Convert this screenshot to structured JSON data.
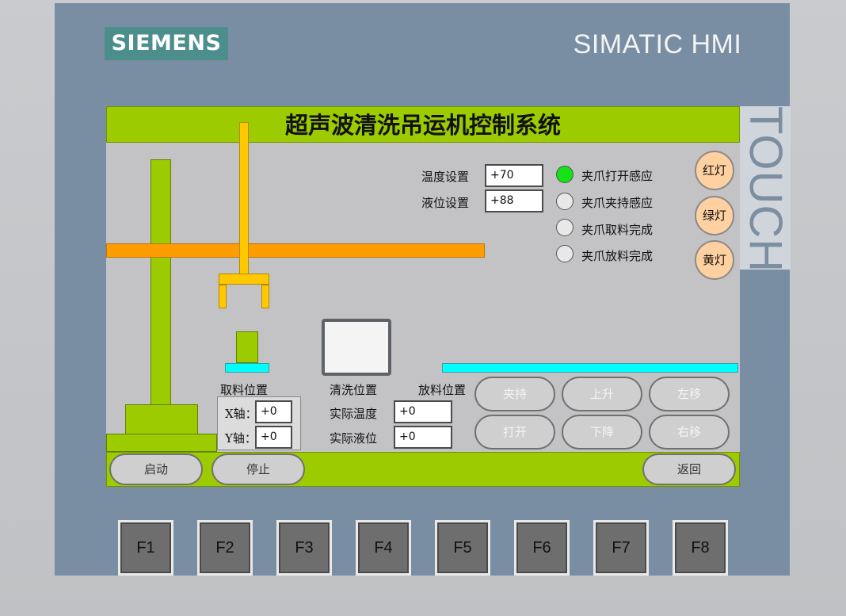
{
  "device": {
    "brand": "SIEMENS",
    "model": "SIMATIC HMI",
    "touch_label": "TOUCH"
  },
  "screen": {
    "title": "超声波清洗吊运机控制系统",
    "settings": [
      {
        "label": "温度设置",
        "value": "+70"
      },
      {
        "label": "液位设置",
        "value": "+88"
      }
    ],
    "sensors": [
      {
        "label": "夹爪打开感应",
        "state": "on"
      },
      {
        "label": "夹爪夹持感应",
        "state": "off"
      },
      {
        "label": "夹爪取料完成",
        "state": "off"
      },
      {
        "label": "夹爪放料完成",
        "state": "off"
      }
    ],
    "lamps": [
      "红灯",
      "绿灯",
      "黄灯"
    ],
    "positions": {
      "pick": "取料位置",
      "clean": "清洗位置",
      "place": "放料位置"
    },
    "axes": [
      {
        "label": "X轴：",
        "value": "+0"
      },
      {
        "label": "Y轴：",
        "value": "+0"
      }
    ],
    "actuals": [
      {
        "label": "实际温度",
        "value": "+0"
      },
      {
        "label": "实际液位",
        "value": "+0"
      }
    ],
    "motion_buttons": [
      "夹持",
      "上升",
      "左移",
      "打开",
      "下降",
      "右移"
    ],
    "bottom_buttons": {
      "start": "启动",
      "stop": "停止",
      "back": "返回"
    }
  },
  "function_keys": [
    "F1",
    "F2",
    "F3",
    "F4",
    "F5",
    "F6",
    "F7",
    "F8"
  ],
  "colors": {
    "bezel": "#7a8ea3",
    "title_bar": "#9ccc00",
    "beam": "#ff9c00",
    "gripper": "#ffc800",
    "conveyor": "#00ffff",
    "sensor_on": "#16e016",
    "lamp": "#ffd0a0"
  }
}
